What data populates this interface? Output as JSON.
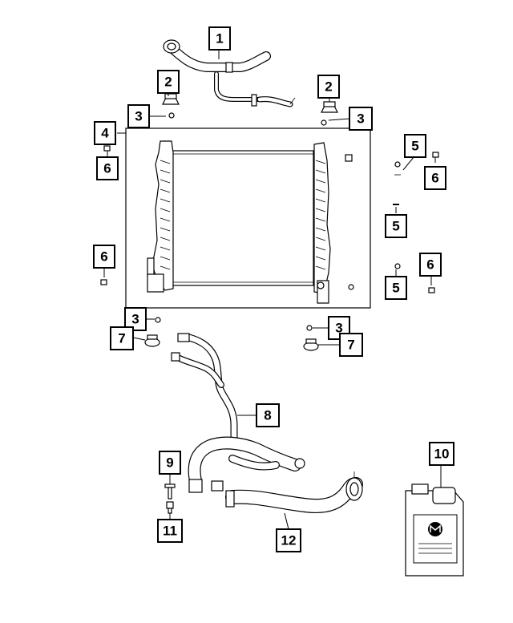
{
  "callouts": {
    "c1": "1",
    "c2a": "2",
    "c2b": "2",
    "c3a": "3",
    "c3b": "3",
    "c3c": "3",
    "c3d": "3",
    "c4": "4",
    "c5a": "5",
    "c5b": "5",
    "c5c": "5",
    "c6a": "6",
    "c6b": "6",
    "c6c": "6",
    "c6d": "6",
    "c7a": "7",
    "c7b": "7",
    "c8": "8",
    "c9": "9",
    "c10": "10",
    "c11": "11",
    "c12": "12"
  },
  "coolant_jug": {
    "brand_mark": "MOPAR",
    "logo_color": "#000000"
  },
  "colors": {
    "line": "#000000",
    "background": "#ffffff"
  }
}
